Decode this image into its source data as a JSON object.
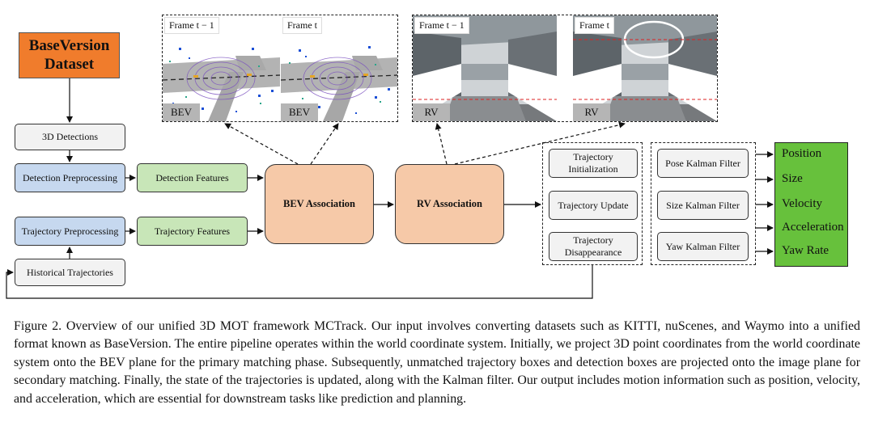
{
  "dataset": {
    "line1": "BaseVersion",
    "line2": "Dataset"
  },
  "left_boxes": {
    "detections_3d": "3D Detections",
    "detection_preprocessing": "Detection Preprocessing",
    "trajectory_preprocessing": "Trajectory Preprocessing",
    "historical_trajectories": "Historical Trajectories"
  },
  "features": {
    "detection": "Detection Features",
    "trajectory": "Trajectory Features"
  },
  "association": {
    "bev": "BEV Association",
    "rv": "RV Association"
  },
  "trajectory_ops": {
    "init": "Trajectory Initialization",
    "update": "Trajectory Update",
    "disappear": "Trajectory Disappearance"
  },
  "kalman": {
    "pose": "Pose Kalman Filter",
    "size": "Size Kalman Filter",
    "yaw": "Yaw Kalman Filter"
  },
  "outputs": [
    "Position",
    "Size",
    "Velocity",
    "Acceleration",
    "Yaw Rate"
  ],
  "frames": {
    "bev_prev": "Frame t − 1",
    "bev_curr": "Frame t",
    "rv_prev": "Frame t − 1",
    "rv_curr": "Frame t",
    "bev_tag": "BEV",
    "rv_tag": "RV"
  },
  "caption": "Figure 2. Overview of our unified 3D MOT framework MCTrack. Our input involves converting datasets such as KITTI, nuScenes, and Waymo into a unified format known as BaseVersion. The entire pipeline operates within the world coordinate system. Initially, we project 3D point coordinates from the world coordinate system onto the BEV plane for the primary matching phase. Subsequently, unmatched trajectory boxes and detection boxes are projected onto the image plane for secondary matching. Finally, the state of the trajectories is updated, along with the Kalman filter. Our output includes motion information such as position, velocity, and acceleration, which are essential for downstream tasks like prediction and planning."
}
